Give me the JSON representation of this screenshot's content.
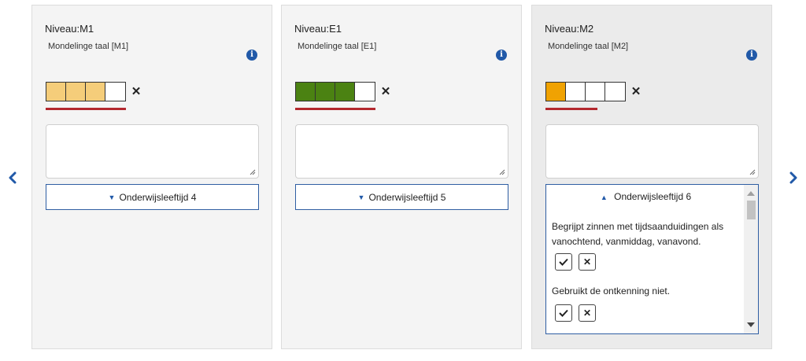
{
  "colors": {
    "accent_blue": "#2159a8",
    "underline_red": "#b3282e",
    "fill_light_orange": "#f5cd7a",
    "fill_green": "#4b8212",
    "fill_orange": "#f0a202"
  },
  "nav": {
    "prev_icon": "chevron-left-icon",
    "next_icon": "chevron-right-icon"
  },
  "cards": [
    {
      "title": "Niveau:M1",
      "subtitle": "Mondelinge taal [M1]",
      "rating": {
        "filled": 3,
        "of": 4,
        "color": "#f5cd7a"
      },
      "age_label": "Onderwijsleeftijd 4",
      "expanded": false
    },
    {
      "title": "Niveau:E1",
      "subtitle": "Mondelinge taal [E1]",
      "rating": {
        "filled": 3,
        "of": 4,
        "color": "#4b8212"
      },
      "age_label": "Onderwijsleeftijd 5",
      "expanded": false
    },
    {
      "title": "Niveau:M2",
      "subtitle": "Mondelinge taal [M2]",
      "rating": {
        "filled": 1,
        "of": 4,
        "color": "#f0a202"
      },
      "age_label": "Onderwijsleeftijd 6",
      "expanded": true,
      "goals": [
        "Begrijpt zinnen met tijdsaanduidingen als vanochtend, vanmiddag, vanavond.",
        "Gebruikt de ontkenning niet."
      ]
    }
  ]
}
